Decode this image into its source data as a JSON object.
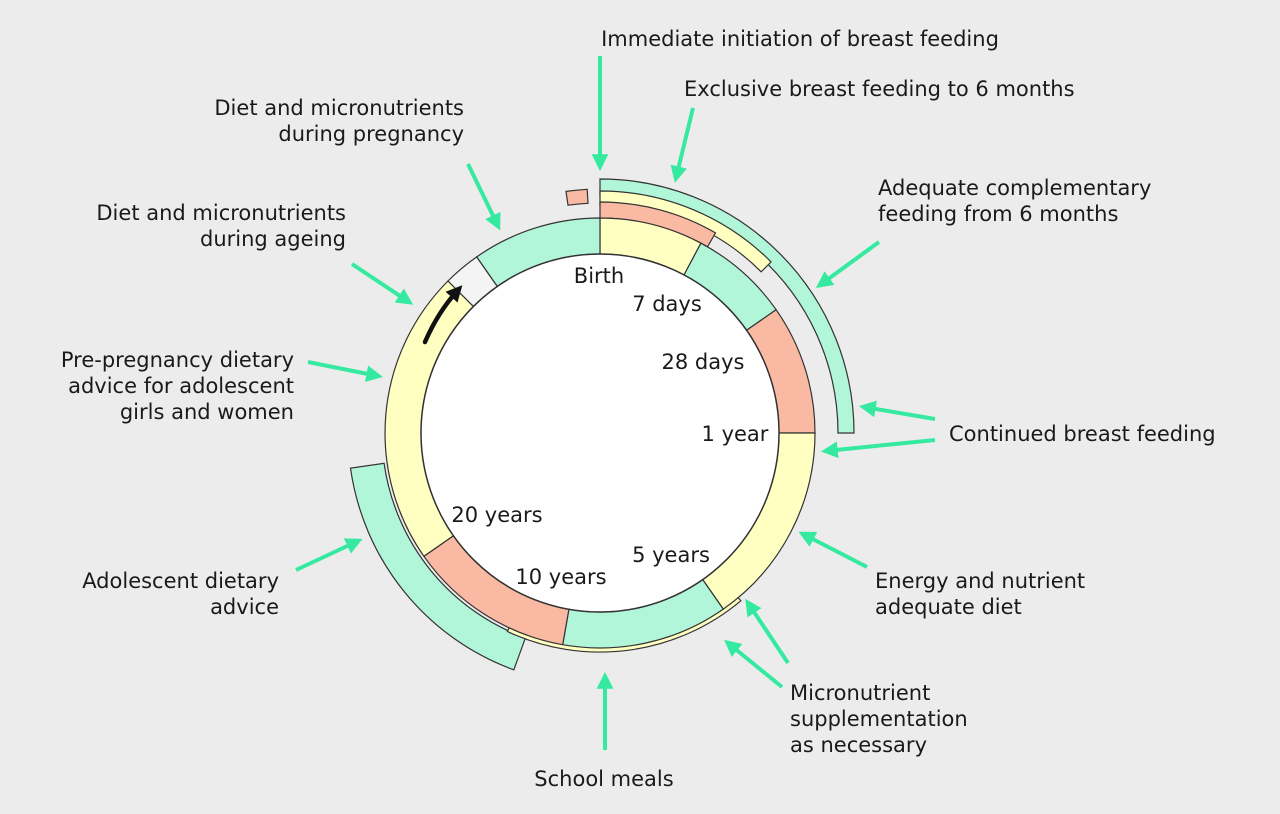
{
  "colors": {
    "background": "#ececec",
    "green": "#b2f6d9",
    "yellow": "#ffffc2",
    "salmon": "#f9b9a3",
    "pointer": "#35eaa0",
    "outline": "#333333",
    "centre": "#ffffff"
  },
  "stages": {
    "birth": "Birth",
    "seven_days": "7 days",
    "twenty_eight_days": "28 days",
    "one_year": "1 year",
    "five_years": "5 years",
    "ten_years": "10 years",
    "twenty_years": "20 years"
  },
  "interventions": {
    "immediate_breastfeeding": "Immediate initiation of breast feeding",
    "exclusive_breastfeeding": "Exclusive breast feeding to 6 months",
    "complementary_feeding": [
      "Adequate complementary",
      "feeding from 6 months"
    ],
    "continued_breastfeeding": "Continued breast feeding",
    "energy_diet": [
      "Energy and nutrient",
      "adequate diet"
    ],
    "micronutrient_supplementation": [
      "Micronutrient",
      "supplementation",
      "as necessary"
    ],
    "school_meals": "School meals",
    "adolescent_advice": [
      "Adolescent dietary",
      "advice"
    ],
    "pre_pregnancy_advice": [
      "Pre-pregnancy dietary",
      "advice for adolescent",
      "girls and women"
    ],
    "ageing_diet": [
      "Diet and micronutrients",
      "during ageing"
    ],
    "pregnancy_diet": [
      "Diet and micronutrients",
      "during pregnancy"
    ]
  }
}
